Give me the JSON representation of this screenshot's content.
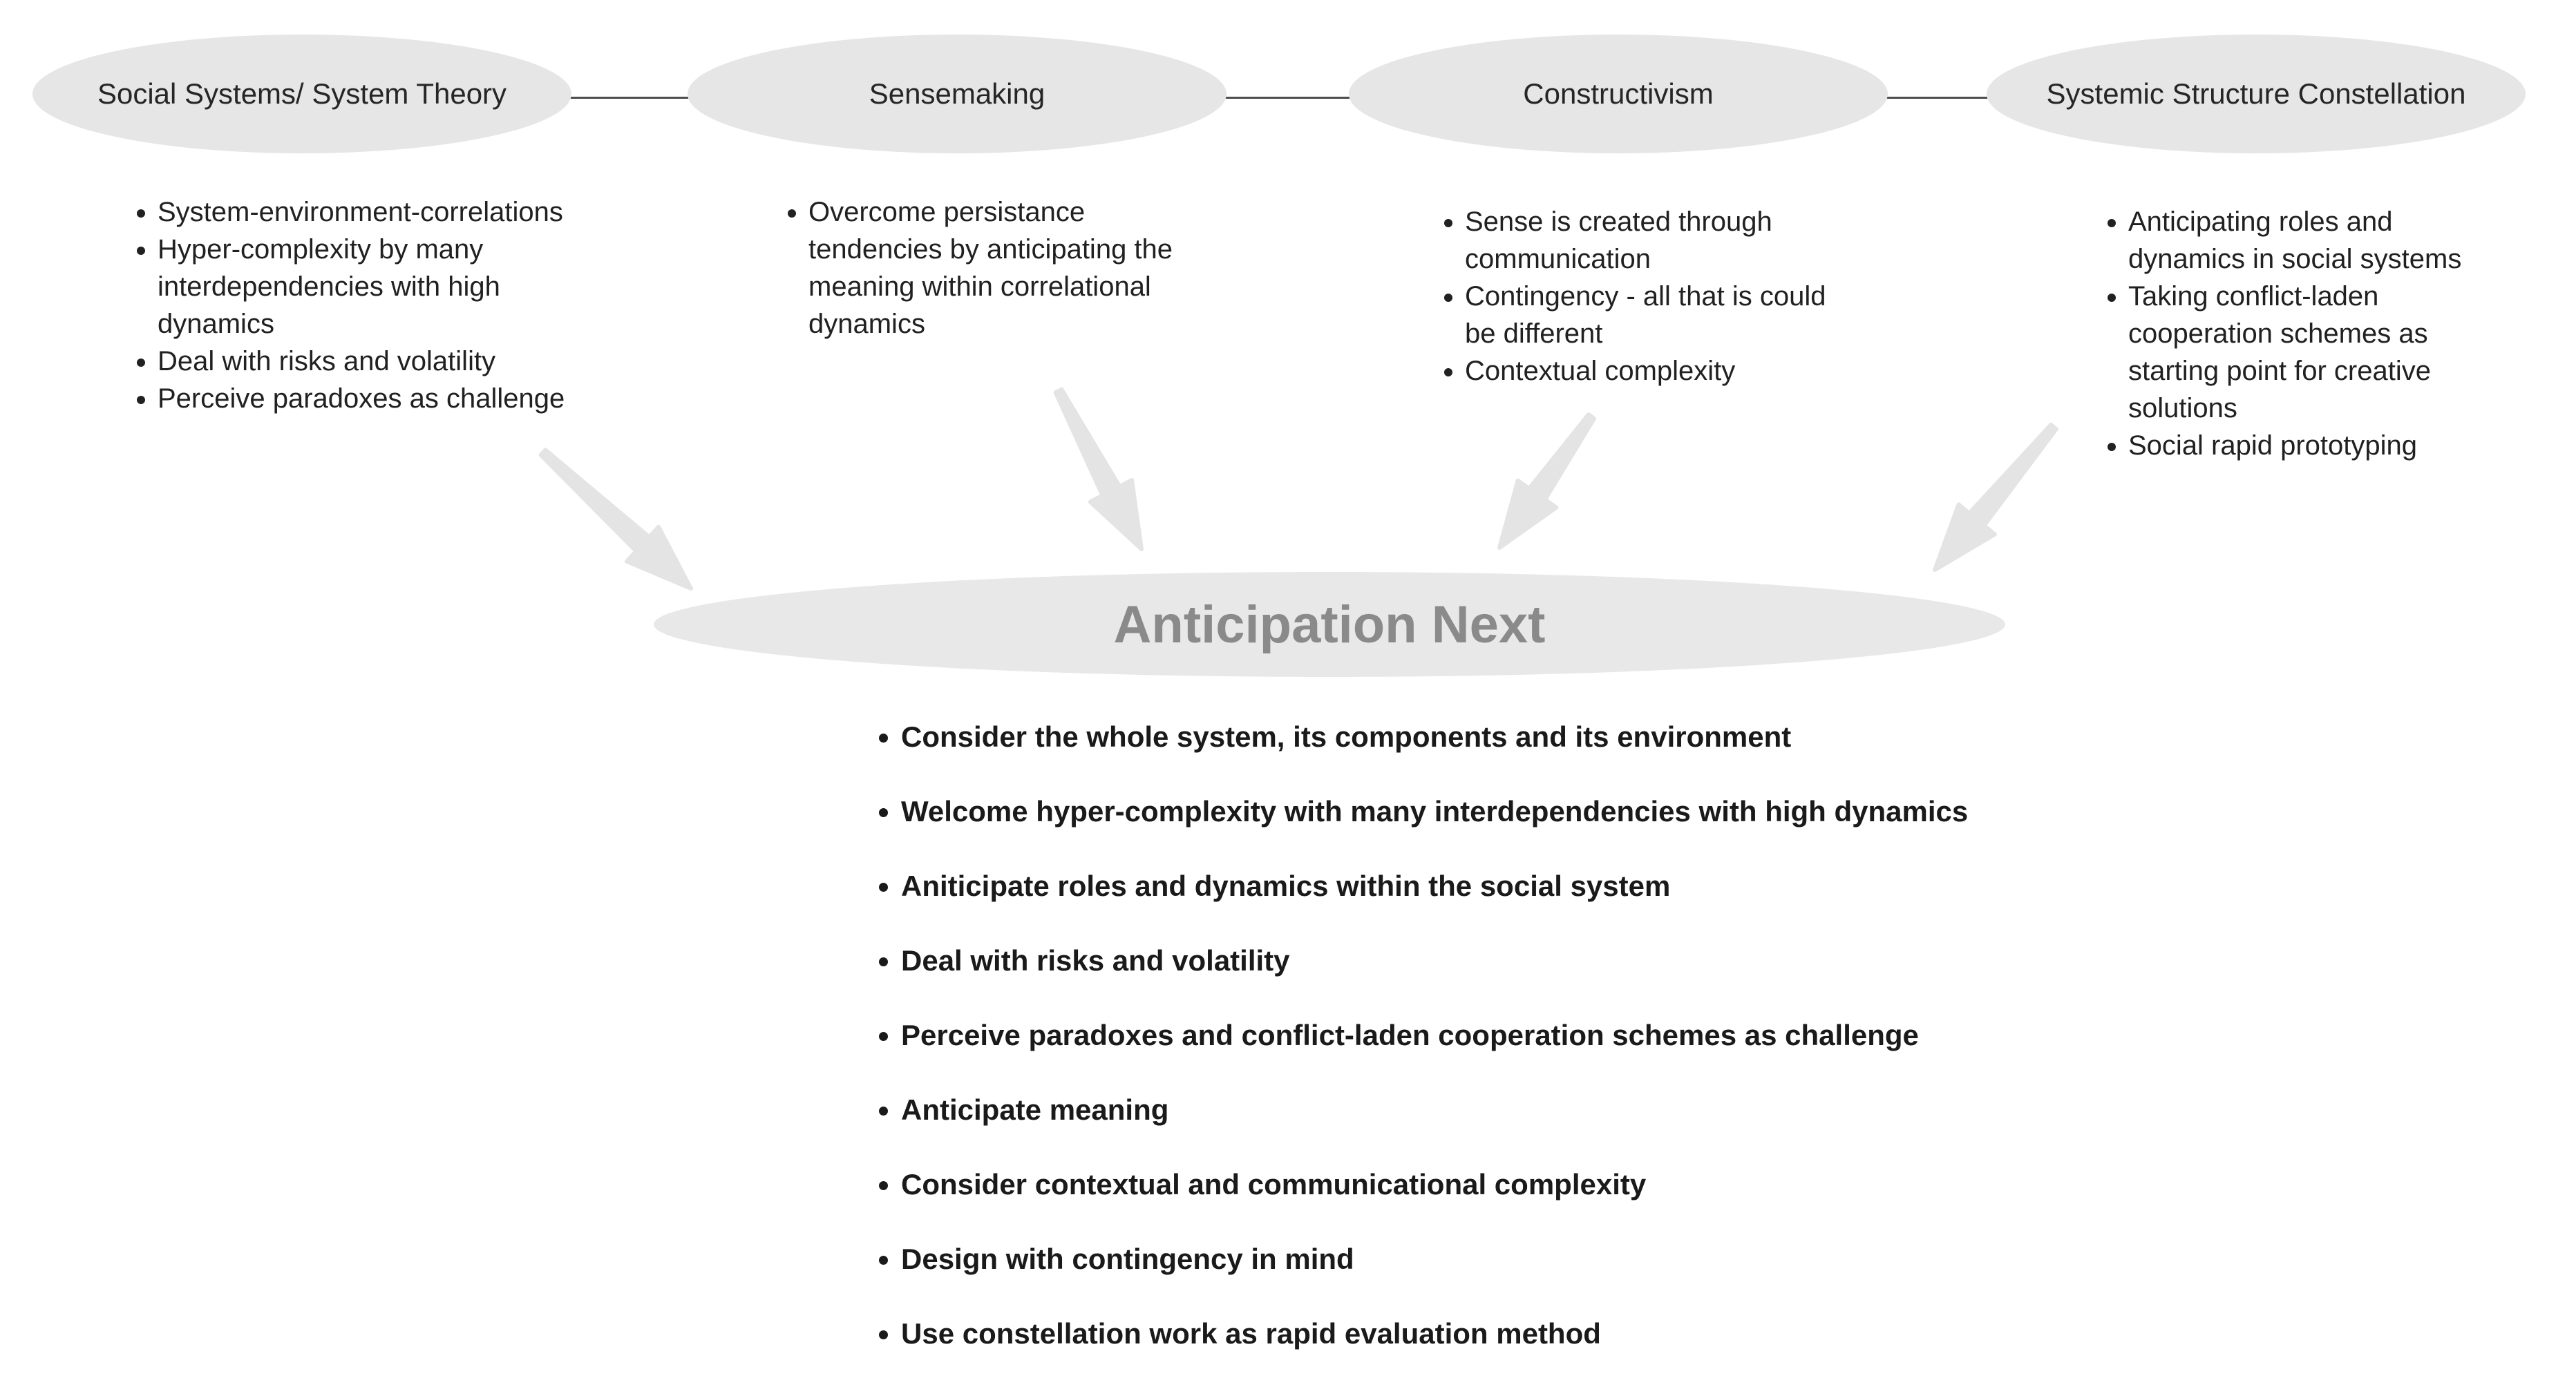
{
  "colors": {
    "background": "#ffffff",
    "ellipse_fill": "#e6e6e6",
    "body_text": "#212121",
    "center_title": "#8a8a8a",
    "arrow": "#e4e4e4",
    "connector_line": "#4d4d4d"
  },
  "top_nodes": [
    {
      "label": "Social Systems/ System Theory",
      "bullets": [
        "System-environment-correlations",
        "Hyper-complexity by many interdependencies with high dynamics",
        "Deal with risks and volatility",
        "Perceive paradoxes as challenge"
      ]
    },
    {
      "label": "Sensemaking",
      "bullets": [
        "Overcome persistance tendencies by anticipating the meaning within correlational dynamics"
      ]
    },
    {
      "label": "Constructivism",
      "bullets": [
        "Sense is created through communication",
        "Contingency - all that is could be different",
        "Contextual complexity"
      ]
    },
    {
      "label": "Systemic Structure Constellation",
      "bullets": [
        "Anticipating roles and dynamics in social systems",
        "Taking conflict-laden cooperation schemes as starting point for creative solutions",
        "Social rapid prototyping"
      ]
    }
  ],
  "center_node": {
    "title": "Anticipation Next",
    "bullets": [
      "Consider the whole system, its components and its environment",
      "Welcome hyper-complexity with many interdependencies with high dynamics",
      "Aniticipate roles and dynamics within the social system",
      "Deal with risks and volatility",
      "Perceive paradoxes and conflict-laden cooperation schemes as challenge",
      "Anticipate meaning",
      "Consider contextual and communicational complexity",
      "Design with contingency in mind",
      "Use constellation work as rapid evaluation method"
    ]
  }
}
